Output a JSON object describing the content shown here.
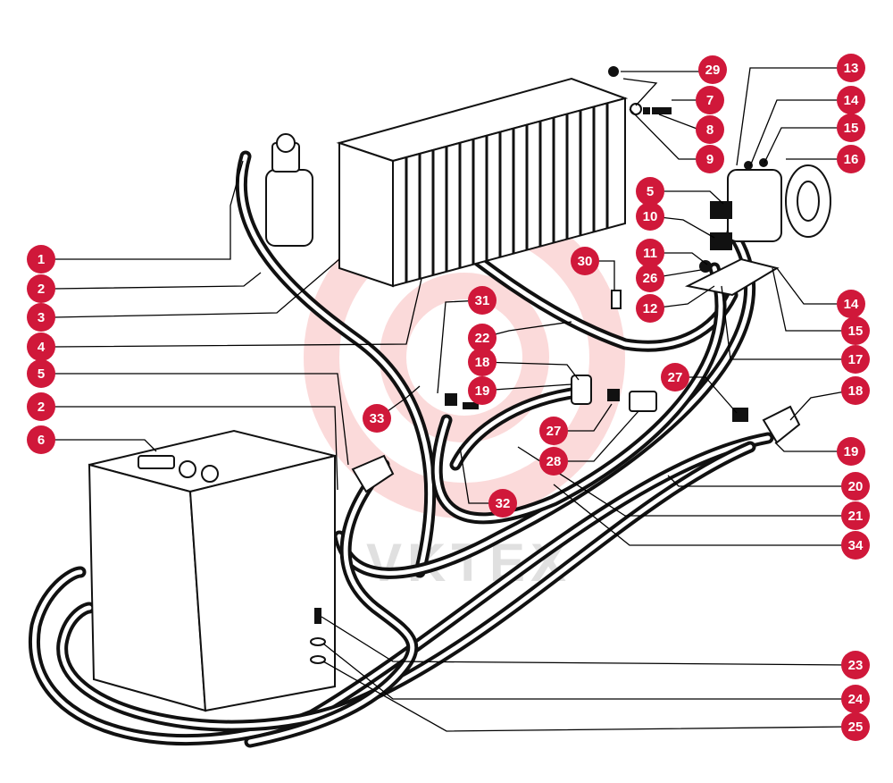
{
  "watermark": {
    "text": "VKTEX"
  },
  "callouts": [
    {
      "label": "1"
    },
    {
      "label": "2"
    },
    {
      "label": "3"
    },
    {
      "label": "4"
    },
    {
      "label": "5"
    },
    {
      "label": "2"
    },
    {
      "label": "6"
    },
    {
      "label": "29"
    },
    {
      "label": "7"
    },
    {
      "label": "8"
    },
    {
      "label": "9"
    },
    {
      "label": "13"
    },
    {
      "label": "14"
    },
    {
      "label": "15"
    },
    {
      "label": "16"
    },
    {
      "label": "5"
    },
    {
      "label": "10"
    },
    {
      "label": "11"
    },
    {
      "label": "26"
    },
    {
      "label": "12"
    },
    {
      "label": "30"
    },
    {
      "label": "31"
    },
    {
      "label": "22"
    },
    {
      "label": "18"
    },
    {
      "label": "19"
    },
    {
      "label": "33"
    },
    {
      "label": "27"
    },
    {
      "label": "28"
    },
    {
      "label": "32"
    },
    {
      "label": "27"
    },
    {
      "label": "14"
    },
    {
      "label": "15"
    },
    {
      "label": "17"
    },
    {
      "label": "18"
    },
    {
      "label": "19"
    },
    {
      "label": "20"
    },
    {
      "label": "21"
    },
    {
      "label": "34"
    },
    {
      "label": "23"
    },
    {
      "label": "24"
    },
    {
      "label": "25"
    }
  ]
}
